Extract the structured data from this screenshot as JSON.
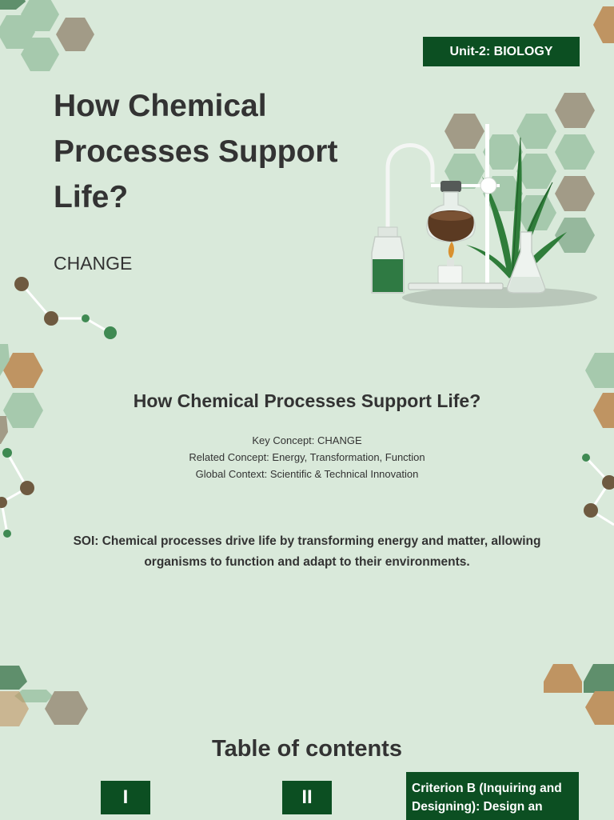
{
  "header": {
    "unit_badge": "Unit-2: BIOLOGY"
  },
  "cover": {
    "title_lines": [
      "How Chemical",
      "Processes Support",
      "Life?"
    ],
    "key_word": "CHANGE"
  },
  "overview": {
    "title": "How Chemical Processes Support Life?",
    "key_concept": "Key Concept: CHANGE",
    "related_concept": "Related Concept: Energy, Transformation, Function",
    "global_context": "Global Context: Scientific & Technical Innovation",
    "soi_line1": "SOI: Chemical processes drive life by transforming energy and matter, allowing",
    "soi_line2": "organisms to function and adapt to their environments."
  },
  "toc": {
    "title": "Table of contents",
    "items": [
      {
        "label": "I"
      },
      {
        "label": "II"
      },
      {
        "label_line1": "Criterion B (Inquiring and",
        "label_line2": "Designing): Design an"
      }
    ]
  },
  "colors": {
    "background": "#d9e9da",
    "dark_green": "#0c4f22",
    "hex_light": "#a6c9ad",
    "hex_mid": "#5f8f6c",
    "hex_taupe": "#a29b87",
    "hex_tan": "#bf9462",
    "text": "#333333"
  },
  "icons": {
    "illustration": "lab-equipment-illustration",
    "molecule": "molecule-icon"
  }
}
